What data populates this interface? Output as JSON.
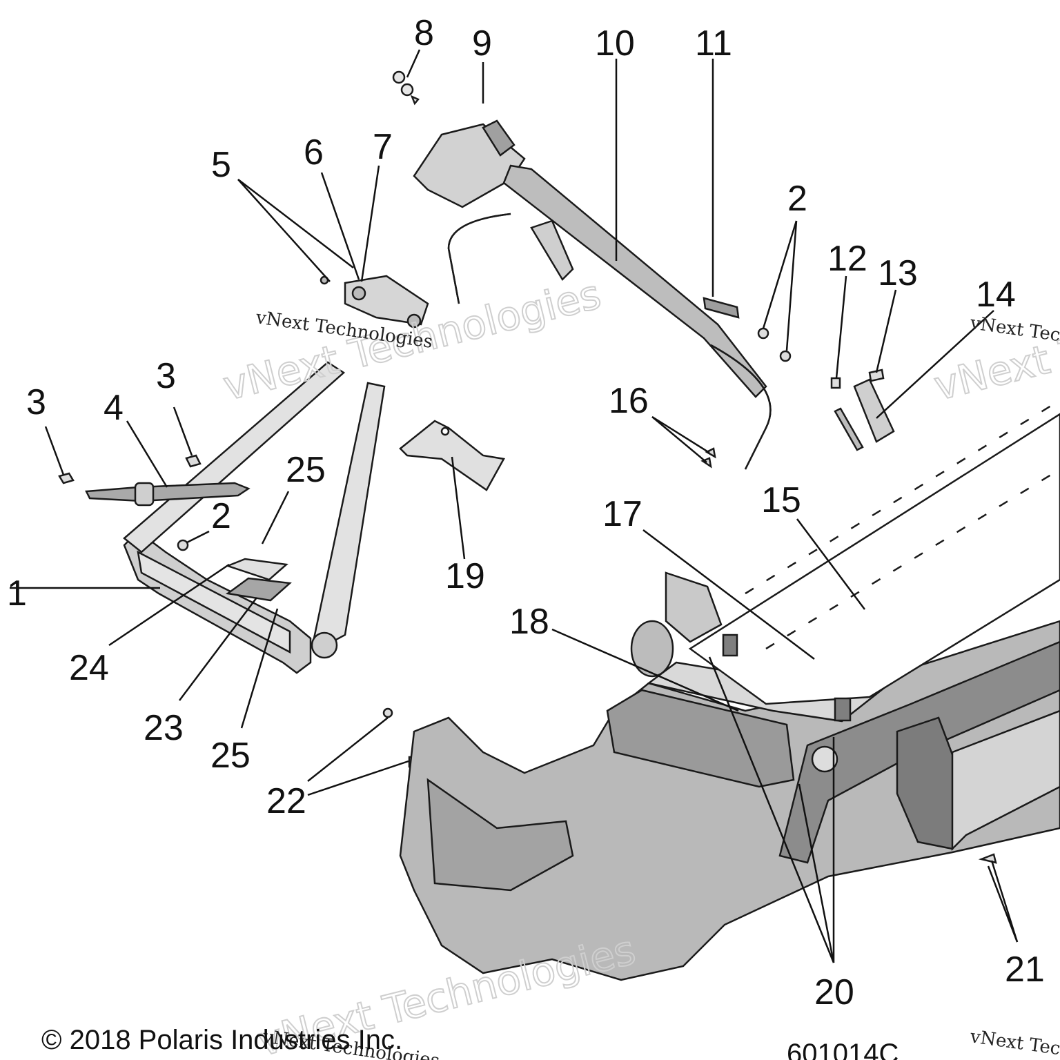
{
  "diagram": {
    "callouts": [
      "1",
      "2",
      "3",
      "4",
      "5",
      "6",
      "7",
      "8",
      "9",
      "10",
      "11",
      "12",
      "13",
      "14",
      "15",
      "16",
      "17",
      "18",
      "19",
      "20",
      "21",
      "22",
      "23",
      "24",
      "25"
    ],
    "copyright": "© 2018 Polaris Industries Inc.",
    "drawing_code": "601014C",
    "watermark_large": "vNext Technologies",
    "watermark_small": "vNext Technologies",
    "colors": {
      "part_fill": "#b9b9b9",
      "part_dark": "#8c8c8c",
      "line": "#111111",
      "watermark": "#cfcfcf"
    }
  }
}
